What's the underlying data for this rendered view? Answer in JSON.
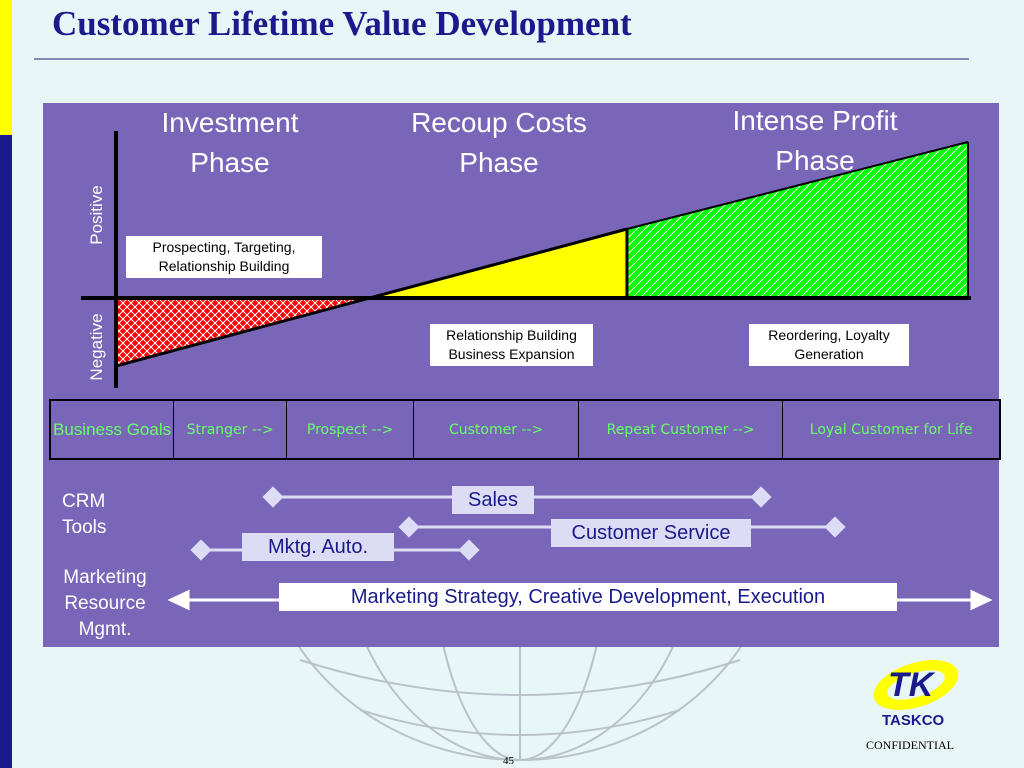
{
  "title": "Customer Lifetime Value Development",
  "phases": [
    "Investment Phase",
    "Recoup Costs Phase",
    "Intense Profit Phase"
  ],
  "axis": {
    "positive": "Positive",
    "negative": "Negative"
  },
  "callouts": {
    "investment": "Prospecting, Targeting, Relationship Building",
    "recoup": "Relationship Building Business Expansion",
    "profit": "Reordering, Loyalty Generation"
  },
  "business_goals": {
    "header": "Business Goals",
    "stages": [
      "Stranger -->",
      "Prospect -->",
      "Customer -->",
      "Repeat Customer -->",
      "Loyal Customer for Life"
    ]
  },
  "crm_tools": {
    "label": "CRM Tools",
    "tools": [
      "Sales",
      "Customer Service",
      "Mktg. Auto."
    ]
  },
  "marketing_resource": {
    "label": "Marketing Resource Mgmt.",
    "bar": "Marketing Strategy, Creative Development, Execution"
  },
  "logo": {
    "name": "TASKCO",
    "mark": "TK"
  },
  "confidential": "CONFIDENTIAL",
  "page_number": "45",
  "colors": {
    "title": "#1a1a8c",
    "panel": "#7a66b8",
    "negative_area": "#ff0000",
    "recoup_area": "#ffff00",
    "profit_area": "#00ff00",
    "goal_text": "#66ff66"
  }
}
